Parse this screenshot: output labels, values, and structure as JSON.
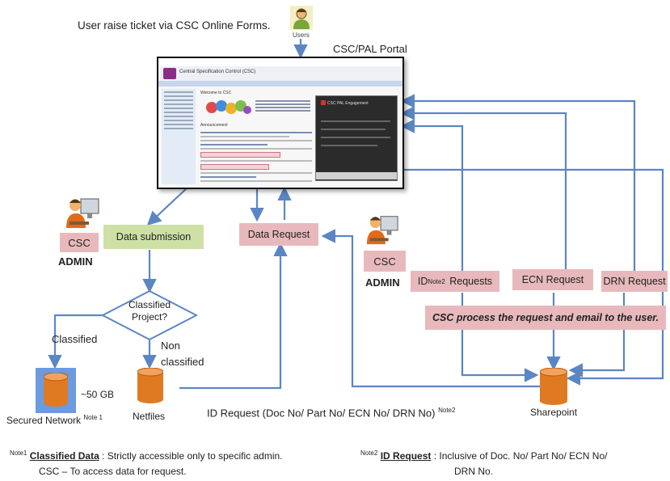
{
  "top_caption": "User raise ticket via CSC Online Forms.",
  "users_label": "Users",
  "portal": {
    "label": "CSC/PAL  Portal",
    "header_title": "Central Specification Control (CSC)",
    "welcome": "Welcome to CSC",
    "announcement": "Announcement",
    "video_title": "CSC PAL Engagement"
  },
  "csc_left": {
    "csc": "CSC",
    "admin": "ADMIN"
  },
  "csc_right": {
    "csc": "CSC",
    "admin": "ADMIN"
  },
  "boxes": {
    "data_submission": "Data submission",
    "data_request": "Data Request",
    "id_requests_prefix": "ID",
    "id_requests_sup": "Note2",
    "id_requests_suffix": " Requests",
    "ecn_request": "ECN Request",
    "drn_request": "DRN Request",
    "csc_process": "CSC process the request and email to the user."
  },
  "decision": {
    "line1": "Classified",
    "line2": "Project?"
  },
  "branch_labels": {
    "classified": "Classified",
    "non_classified_1": "Non",
    "non_classified_2": "classified"
  },
  "storage": {
    "size": "~50 GB",
    "secured_network": "Secured Network",
    "secured_note": "Note 1",
    "netfiles": "Netfiles",
    "sharepoint": "Sharepoint"
  },
  "id_request_caption": {
    "text": "ID Request (Doc No/ Part No/ ECN No/ DRN No)",
    "sup": "Note2"
  },
  "notes": {
    "note1_sup": "Note1",
    "note1_title": "Classified Data",
    "note1_text": " : Strictly accessible only to specific admin.",
    "note1_line2": "CSC – To access data for request.",
    "note2_sup": "Note2",
    "note2_title": "ID Request",
    "note2_text": " : Inclusive of Doc. No/ Part No/ ECN No/",
    "note2_line2": "DRN No."
  },
  "colors": {
    "arrow": "#5b86c4",
    "pink": "#e8b9bc",
    "green": "#cfe0a6",
    "cylinder": "#e07a22",
    "secured_bg": "#6d9be0"
  }
}
